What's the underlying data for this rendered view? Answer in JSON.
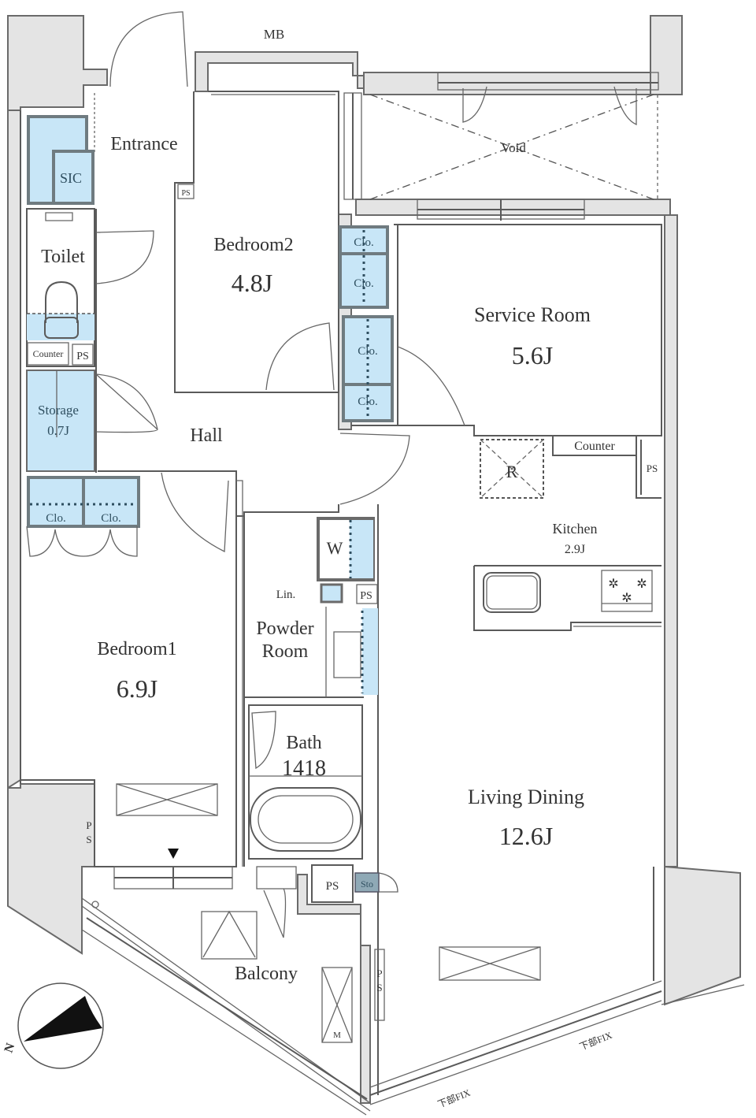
{
  "floorplan": {
    "rooms": {
      "mb": {
        "label": "MB"
      },
      "entrance": {
        "label": "Entrance"
      },
      "sic": {
        "label": "SIC"
      },
      "toilet": {
        "label": "Toilet"
      },
      "toilet_counter": {
        "label": "Counter"
      },
      "toilet_ps": {
        "label": "PS"
      },
      "storage": {
        "label": "Storage",
        "size": "0.7J"
      },
      "hall": {
        "label": "Hall"
      },
      "bedroom2": {
        "label": "Bedroom2",
        "size": "4.8J"
      },
      "bedroom2_ps": {
        "label": "PS"
      },
      "void": {
        "label": "Void"
      },
      "service_room": {
        "label": "Service Room",
        "size": "5.6J"
      },
      "closets_bed2": [
        {
          "label": "Clo."
        },
        {
          "label": "Clo."
        }
      ],
      "closets_service": [
        {
          "label": "Clo."
        },
        {
          "label": "Clo."
        }
      ],
      "closets_bed1": [
        {
          "label": "Clo."
        },
        {
          "label": "Clo."
        }
      ],
      "refrigerator": {
        "label": "R"
      },
      "kitchen_counter": {
        "label": "Counter"
      },
      "kitchen_ps": {
        "label": "PS"
      },
      "kitchen": {
        "label": "Kitchen",
        "size": "2.9J"
      },
      "washer": {
        "label": "W"
      },
      "linen": {
        "label": "Lin."
      },
      "powder_ps": {
        "label": "PS"
      },
      "powder_room": {
        "label": "Powder",
        "label2": "Room"
      },
      "bedroom1": {
        "label": "Bedroom1",
        "size": "6.9J"
      },
      "bedroom1_ps": {
        "label_p": "P",
        "label_s": "S"
      },
      "bath": {
        "label": "Bath",
        "size": "1418"
      },
      "bath_ps": {
        "label": "PS"
      },
      "sto": {
        "label": "Sto"
      },
      "living_dining": {
        "label": "Living Dining",
        "size": "12.6J"
      },
      "living_ps": {
        "label_p": "P",
        "label_s": "S"
      },
      "balcony": {
        "label": "Balcony"
      },
      "balcony_meter": {
        "label": "M"
      },
      "fix_window_1": {
        "label": "下部FIX"
      },
      "fix_window_2": {
        "label": "下部FIX"
      }
    },
    "compass": {
      "label": "N"
    }
  }
}
